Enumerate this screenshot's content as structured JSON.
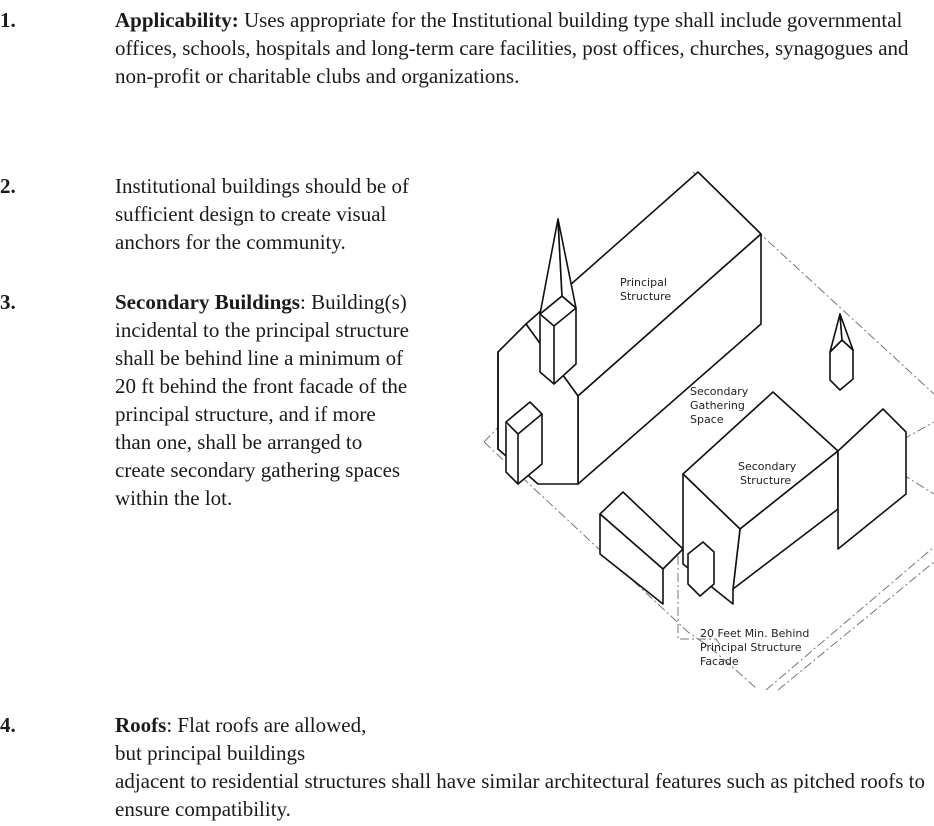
{
  "items": [
    {
      "number": "1.",
      "heading": "Applicability:",
      "text": " Uses appropriate for the Institutional building type shall include governmental offices, schools, hospitals and long-term care facilities, post offices, churches, synagogues and non-profit or charitable clubs and organizations."
    },
    {
      "number": "2.",
      "text": "Institutional buildings should be of sufficient design to create visual anchors for the community."
    },
    {
      "number": "3.",
      "heading": "Secondary Buildings",
      "text": ": Building(s) incidental to the principal structure shall be behind line a minimum of 20 ft behind the front facade of the principal structure, and if more than one, shall be arranged to create secondary gathering spaces within the lot."
    },
    {
      "number": "4.",
      "heading": "Roofs",
      "text_line1": ": Flat roofs are allowed, but principal buildings",
      "text_rest": "adjacent to residential structures shall have similar architectural features such as pitched roofs to ensure compatibility."
    }
  ],
  "figure": {
    "labels": {
      "principal_1": "Principal",
      "principal_2": "Structure",
      "gathering_1": "Secondary",
      "gathering_2": "Gathering",
      "gathering_3": "Space",
      "secondary_1": "Secondary",
      "secondary_2": "Structure",
      "setback_1": "20 Feet  Min. Behind",
      "setback_2": "Principal  Structure",
      "setback_3": "Facade"
    }
  }
}
